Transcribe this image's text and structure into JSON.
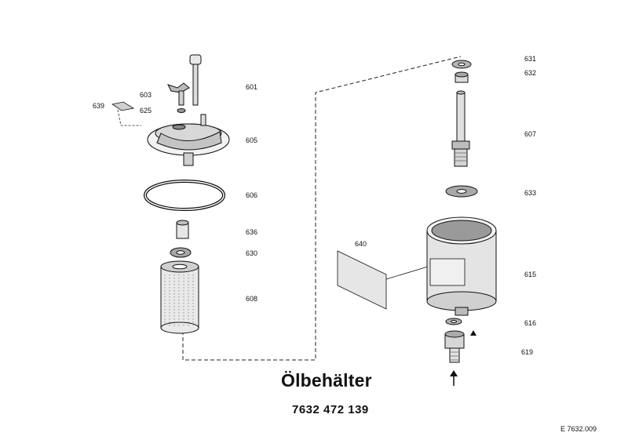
{
  "title": "Ölbehälter",
  "part_number": "7632 472 139",
  "reference": "E  7632.009",
  "labels": {
    "l601": "601",
    "l603": "603",
    "l625": "625",
    "l639": "639",
    "l605": "605",
    "l606": "606",
    "l636": "636",
    "l630": "630",
    "l608": "608",
    "l640": "640",
    "l631": "631",
    "l632": "632",
    "l607": "607",
    "l633": "633",
    "l615": "615",
    "l616": "616",
    "l619": "619"
  }
}
